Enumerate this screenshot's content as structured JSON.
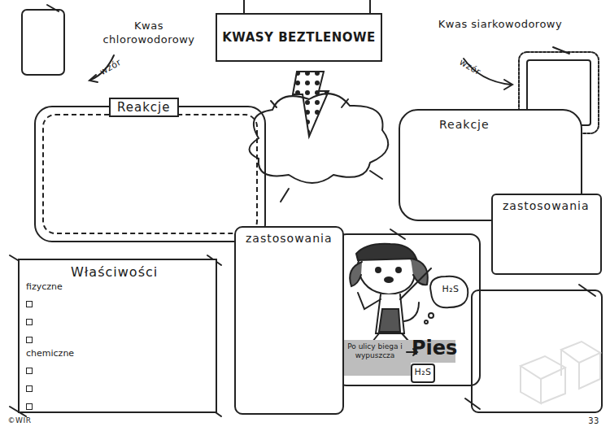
{
  "diagram": {
    "title": "KWASY BEZTLENOWE",
    "nodes": [
      {
        "text": [
          "Reakcje"
        ]
      },
      {
        "text": [
          "Reakcje"
        ]
      },
      {
        "text": [
          "zastosowania"
        ]
      },
      {
        "text": [
          "zastosowania"
        ]
      },
      {
        "text": [
          "Właściwości",
          "fizyczne",
          "chemiczne"
        ]
      },
      {
        "text": [
          "Po ulicy biega i wypuszcza",
          "Pies"
        ]
      }
    ],
    "labels": [
      "Kwas chlorowodorowy",
      "wzór",
      "Kwas siarkowodorowy",
      "wzór",
      "H₂S",
      "H₂S",
      "©WIR",
      "33"
    ]
  }
}
